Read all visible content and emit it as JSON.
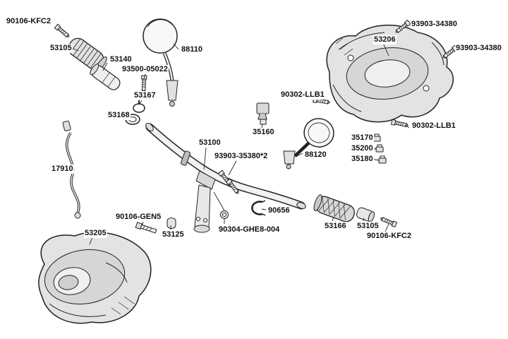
{
  "diagram": {
    "type": "exploded-parts-diagram",
    "subject": "handlebar-assembly"
  },
  "colors": {
    "background": "#ffffff",
    "ink": "#1a1a1a",
    "fill_light": "#e3e3e3",
    "fill_mid": "#d6d6d6"
  },
  "labels": {
    "screw_90106_kfc2_left": {
      "text": "90106-KFC2"
    },
    "grip_left_53105": {
      "text": "53105"
    },
    "bar_end_53140": {
      "text": "53140"
    },
    "mirror_left_88110": {
      "text": "88110"
    },
    "screw_93500_05022": {
      "text": "93500-05022"
    },
    "clamp_53167": {
      "text": "53167"
    },
    "clamp_53168": {
      "text": "53168"
    },
    "cable_17910": {
      "text": "17910"
    },
    "handlebar_53100": {
      "text": "53100"
    },
    "screw_93903_35380": {
      "text": "93903-35380*2"
    },
    "screw_90302_llb1_left": {
      "text": "90302-LLB1"
    },
    "switch_35160": {
      "text": "35160"
    },
    "mirror_right_88120": {
      "text": "88120"
    },
    "screw_93903_34380_top": {
      "text": "93903-34380"
    },
    "rear_cover_53206": {
      "text": "53206"
    },
    "screw_93903_34380_right": {
      "text": "93903-34380"
    },
    "screw_90302_llb1_right": {
      "text": "90302-LLB1"
    },
    "clip_35170": {
      "text": "35170"
    },
    "clip_35200": {
      "text": "35200"
    },
    "clip_35180": {
      "text": "35180"
    },
    "clamp_90656": {
      "text": "90656"
    },
    "bolt_90106_gen5": {
      "text": "90106-GEN5"
    },
    "nut_53125": {
      "text": "53125"
    },
    "front_cover_53205": {
      "text": "53205"
    },
    "washer_90304_ghe8_004": {
      "text": "90304-GHE8-004"
    },
    "grip_right_53166": {
      "text": "53166"
    },
    "cap_53105_right": {
      "text": "53105"
    },
    "screw_90106_kfc2_right": {
      "text": "90106-KFC2"
    }
  }
}
